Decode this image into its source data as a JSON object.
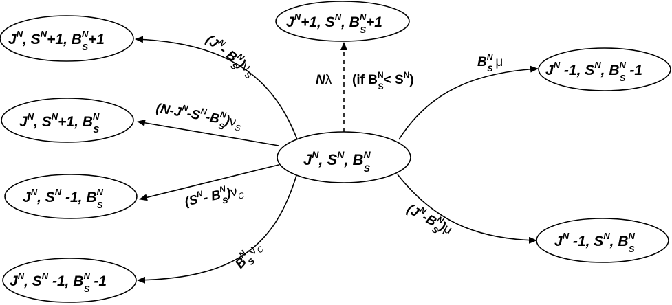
{
  "nodes": {
    "center": {
      "J": "J",
      "S": "S",
      "B": "B",
      "sup": "N",
      "sub": "S"
    },
    "top_left": {
      "J": "J",
      "S": "S",
      "B": "B",
      "sup": "N",
      "sub": "S",
      "s_suffix": "+1",
      "b_suffix": "+1"
    },
    "top_mid": {
      "J": "J",
      "S": "S",
      "B": "B",
      "sup": "N",
      "sub": "S",
      "j_suffix": "+1",
      "b_suffix": "+1"
    },
    "top_right": {
      "J": "J",
      "S": "S",
      "B": "B",
      "sup": "N",
      "sub": "S",
      "j_suffix": " -1",
      "b_suffix": " -1"
    },
    "left2": {
      "J": "J",
      "S": "S",
      "B": "B",
      "sup": "N",
      "sub": "S",
      "s_suffix": "+1"
    },
    "left3": {
      "J": "J",
      "S": "S",
      "B": "B",
      "sup": "N",
      "sub": "S",
      "s_suffix": " -1"
    },
    "left4": {
      "J": "J",
      "S": "S",
      "B": "B",
      "sup": "N",
      "sub": "S",
      "s_suffix": " -1",
      "b_suffix": " -1"
    },
    "right2": {
      "J": "J",
      "S": "S",
      "B": "B",
      "sup": "N",
      "sub": "S",
      "j_suffix": " -1"
    }
  },
  "rates": {
    "to_top_left": {
      "open": "(J",
      "minus": "- B",
      "close": ")",
      "greek": "ν",
      "greek_sub": "S"
    },
    "to_left2": {
      "open": "(N-J",
      "m1": "-S",
      "m2": "-B",
      "close": ")",
      "greek": "ν",
      "greek_sub": "S"
    },
    "to_left3": {
      "open": "(S",
      "minus": "- B",
      "close": ")",
      "greek": "ν",
      "greek_sub": "C"
    },
    "to_left4": {
      "b": "B",
      "greek": "ν",
      "greek_sub": "C"
    },
    "to_top_mid": {
      "n": "N",
      "greek": "λ",
      "cond_open": "(if  B",
      "cond_lt": "< S",
      "cond_close": ")"
    },
    "to_top_right": {
      "b": "B",
      "greek": "μ"
    },
    "to_right2": {
      "open": "(J",
      "minus": "-B",
      "close": ")",
      "greek": "μ"
    }
  },
  "colors": {
    "ink": "#000000",
    "background": "#ffffff"
  }
}
